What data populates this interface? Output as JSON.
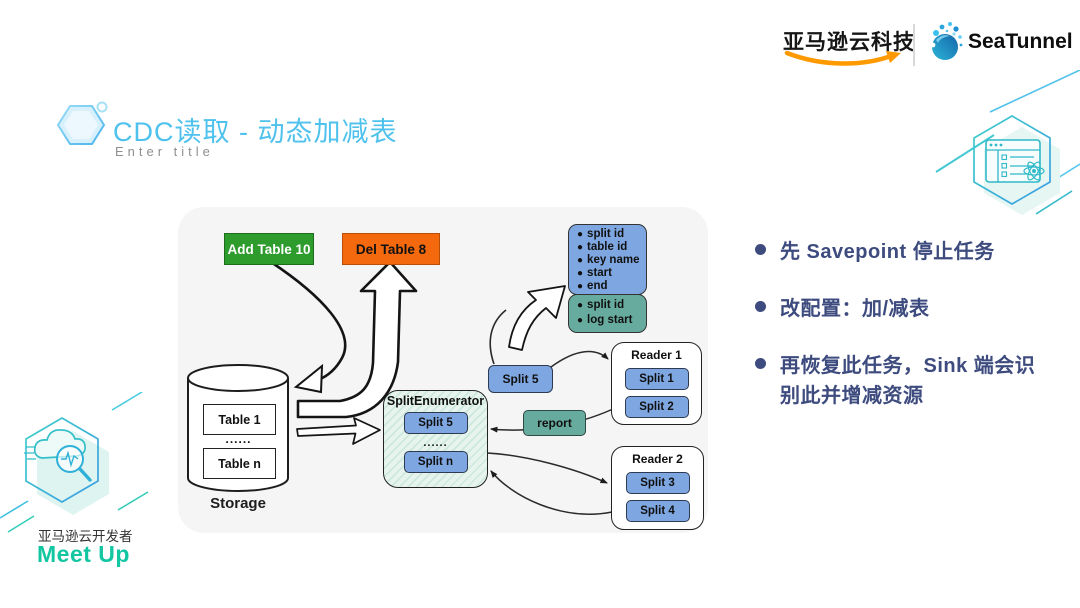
{
  "header": {
    "brand_cn": "亚马逊云科技",
    "brand_product": "SeaTunnel"
  },
  "title_block": {
    "title": "CDC读取 - 动态加减表",
    "subtitle": "Enter title"
  },
  "diagram": {
    "add_table_label": "Add Table 10",
    "del_table_label": "Del Table 8",
    "split_detail": {
      "items": [
        "split id",
        "table id",
        "key name",
        "start",
        "end"
      ]
    },
    "log_detail": {
      "items": [
        "split id",
        "log start"
      ]
    },
    "storage": {
      "rows": [
        "Table 1",
        "......",
        "Table n"
      ],
      "label": "Storage"
    },
    "enumerator": {
      "title": "SplitEnumerator",
      "rows": [
        "Split 5",
        "......",
        "Split n"
      ]
    },
    "split5_label": "Split 5",
    "report_label": "report",
    "reader1": {
      "title": "Reader 1",
      "splits": [
        "Split 1",
        "Split 2"
      ]
    },
    "reader2": {
      "title": "Reader 2",
      "splits": [
        "Split 3",
        "Split 4"
      ]
    }
  },
  "right_panel": {
    "bullets": [
      "先 Savepoint 停止任务",
      "改配置：加/减表",
      "再恢复此任务，Sink 端会识别此并增减资源"
    ]
  },
  "footer": {
    "org": "亚马逊云开发者",
    "event": "Meet Up"
  },
  "colors": {
    "title_blue": "#4ec1ec",
    "bullet_navy": "#3d4b7e",
    "add_green": "#2e9c2d",
    "del_orange": "#f4690e",
    "split_blue": "#7ea6e0",
    "report_teal": "#67ab9f",
    "amazon_orange": "#ff9900",
    "meetup_teal": "#12c6a2",
    "diagram_bg": "#f5f5f6"
  }
}
